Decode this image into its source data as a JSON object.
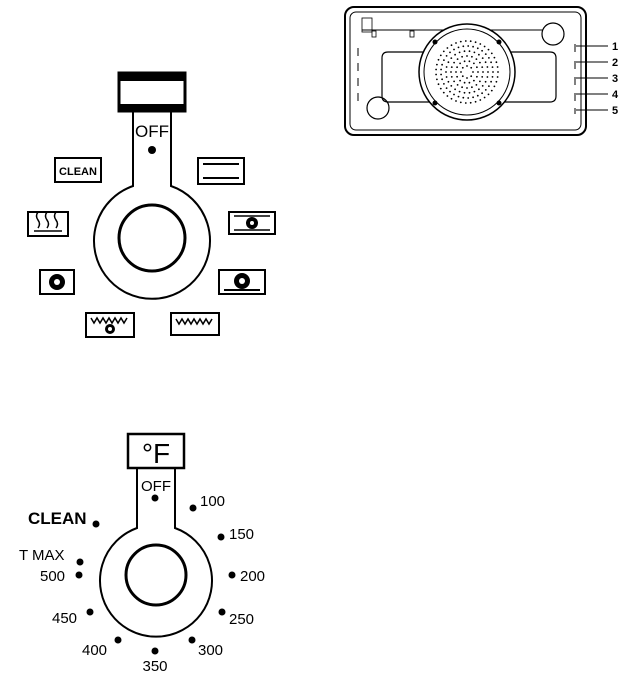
{
  "function_dial": {
    "off_label": "OFF",
    "clean_label": "CLEAN",
    "modes": [
      "conventional-bake-icon",
      "convection-bake-icon",
      "convection-roast-icon",
      "broil-icon",
      "convection-broil-icon",
      "convection-icon",
      "warm-icon",
      "clean-icon"
    ]
  },
  "temperature_dial": {
    "unit_label": "°F",
    "off_label": "OFF",
    "clean_label": "CLEAN",
    "tmax_label": "T MAX",
    "temps": [
      "100",
      "150",
      "200",
      "250",
      "300",
      "350",
      "400",
      "450",
      "500"
    ]
  },
  "oven_cavity": {
    "shelf_levels": [
      "1",
      "2",
      "3",
      "4",
      "5"
    ]
  }
}
